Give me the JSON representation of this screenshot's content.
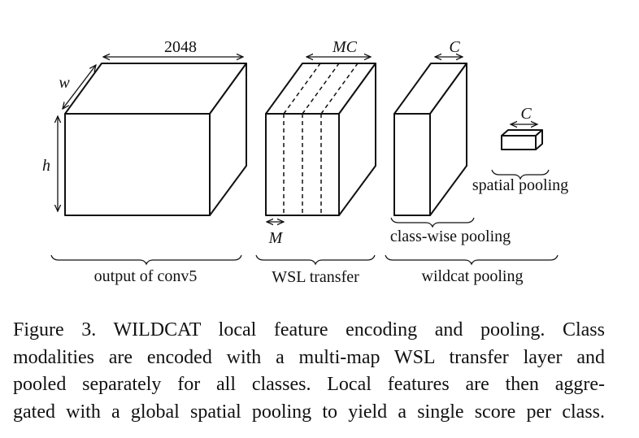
{
  "diagram": {
    "conv5_block": {
      "width_label": "2048",
      "depth_label": "w",
      "height_label": "h",
      "caption": "output of conv5"
    },
    "wsl_block": {
      "top_label": "MC",
      "bottom_label": "M",
      "caption": "WSL transfer"
    },
    "classwise_block": {
      "top_label": "C",
      "caption": "class-wise pooling"
    },
    "spatial_block": {
      "top_label": "C",
      "caption": "spatial pooling"
    },
    "group_caption": "wildcat pooling"
  },
  "caption": {
    "lines": [
      "Figure 3. WILDCAT local feature encoding and pooling.  Class",
      "modalities are encoded with a multi-map WSL transfer layer and",
      "pooled separately for all classes.  Local features are then aggre-",
      "gated with a global spatial pooling to yield a single score per class."
    ]
  }
}
